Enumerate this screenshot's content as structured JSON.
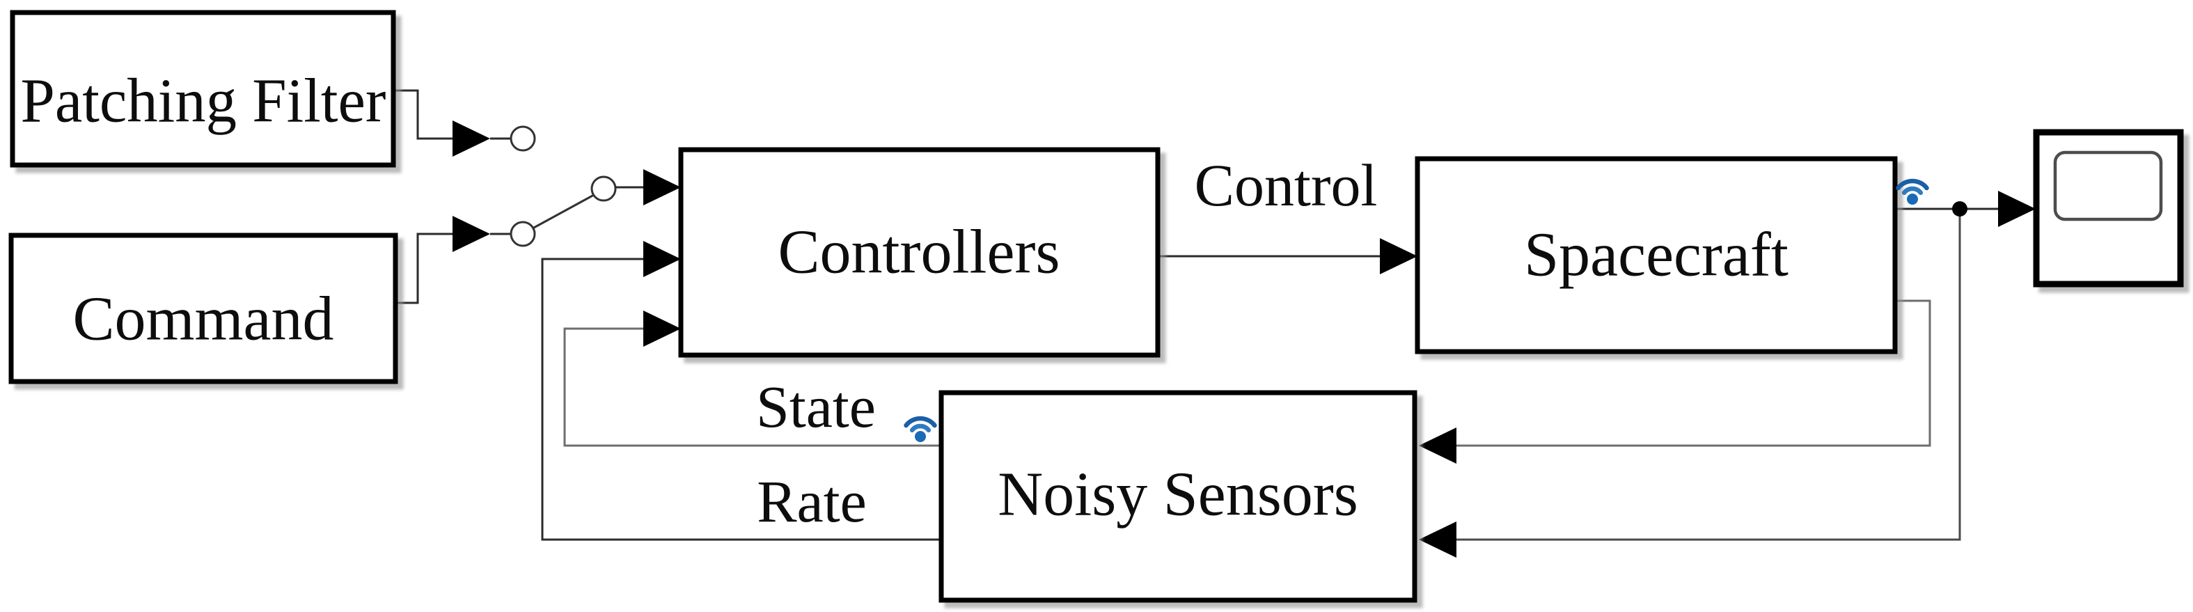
{
  "figure": {
    "type": "control-system-block-diagram",
    "blocks": {
      "patching_filter": {
        "label": "Patching Filter"
      },
      "command": {
        "label": "Command"
      },
      "controllers": {
        "label": "Controllers"
      },
      "spacecraft": {
        "label": "Spacecraft"
      },
      "noisy_sensors": {
        "label": "Noisy Sensors"
      }
    },
    "signal_labels": {
      "control": "Control",
      "state": "State",
      "rate": "Rate"
    },
    "icons": {
      "wireless_spacecraft": "wireless-signal-icon",
      "wireless_sensors": "wireless-signal-icon",
      "scope": "scope-display-icon",
      "manual_switch": "manual-switch-icon"
    },
    "colors": {
      "background": "#ffffff",
      "block_fill": "#ffffff",
      "block_border": "#000000",
      "line_dark": "#2b2b2b",
      "line_mid": "#4a4a4a",
      "line_gray": "#6e6e6e",
      "wifi_outer": "#1b5fa8",
      "wifi_inner": "#2f7bc0",
      "wifi_dot": "#1a6ab5",
      "shadow": "#8f8f8f"
    }
  }
}
